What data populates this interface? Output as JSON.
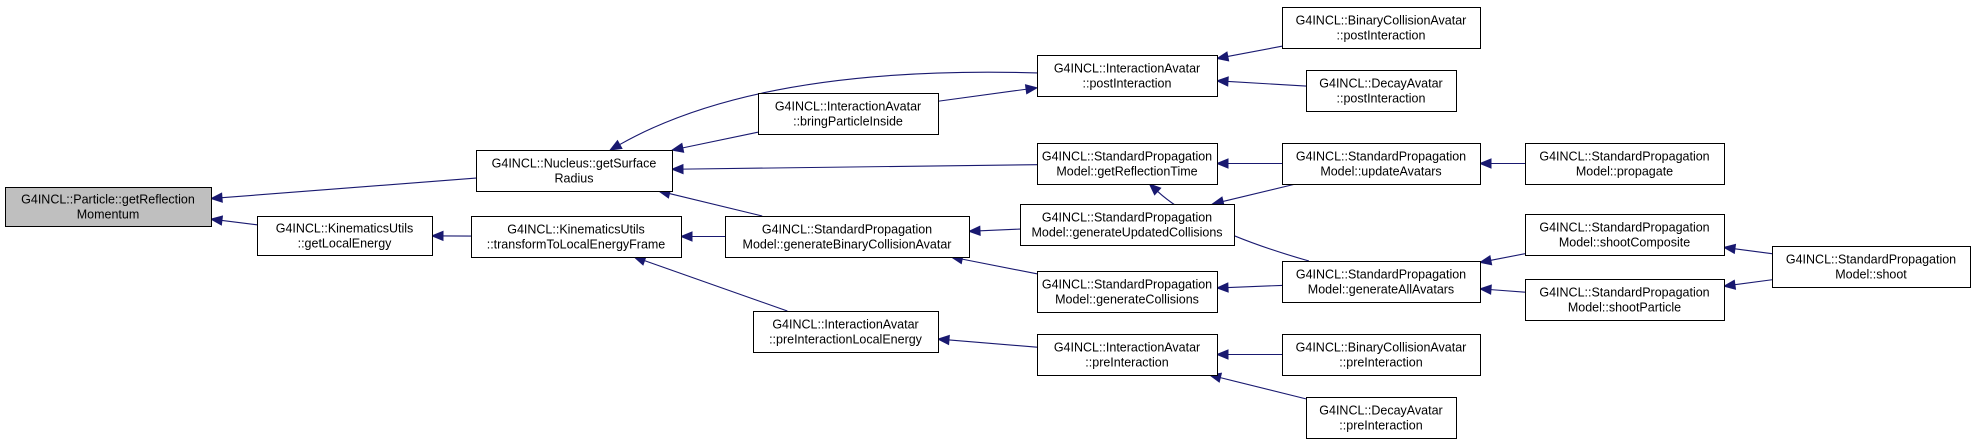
{
  "nodes": [
    {
      "id": "root",
      "lines": [
        "G4INCL::Particle::getReflection",
        "Momentum"
      ],
      "root": true
    },
    {
      "id": "nucleus",
      "lines": [
        "G4INCL::Nucleus::getSurface",
        "Radius"
      ]
    },
    {
      "id": "kin_local",
      "lines": [
        "G4INCL::KinematicsUtils",
        "::getLocalEnergy"
      ]
    },
    {
      "id": "kin_frame",
      "lines": [
        "G4INCL::KinematicsUtils",
        "::transformToLocalEnergyFrame"
      ]
    },
    {
      "id": "ia_bring",
      "lines": [
        "G4INCL::InteractionAvatar",
        "::bringParticleInside"
      ]
    },
    {
      "id": "ia_post",
      "lines": [
        "G4INCL::InteractionAvatar",
        "::postInteraction"
      ]
    },
    {
      "id": "bca_post",
      "lines": [
        "G4INCL::BinaryCollisionAvatar",
        "::postInteraction"
      ]
    },
    {
      "id": "da_post",
      "lines": [
        "G4INCL::DecayAvatar",
        "::postInteraction"
      ]
    },
    {
      "id": "spm_refl",
      "lines": [
        "G4INCL::StandardPropagation",
        "Model::getReflectionTime"
      ]
    },
    {
      "id": "spm_genbin",
      "lines": [
        "G4INCL::StandardPropagation",
        "Model::generateBinaryCollisionAvatar"
      ]
    },
    {
      "id": "spm_genupd",
      "lines": [
        "G4INCL::StandardPropagation",
        "Model::generateUpdatedCollisions"
      ]
    },
    {
      "id": "spm_gencol",
      "lines": [
        "G4INCL::StandardPropagation",
        "Model::generateCollisions"
      ]
    },
    {
      "id": "spm_update",
      "lines": [
        "G4INCL::StandardPropagation",
        "Model::updateAvatars"
      ]
    },
    {
      "id": "spm_genall",
      "lines": [
        "G4INCL::StandardPropagation",
        "Model::generateAllAvatars"
      ]
    },
    {
      "id": "spm_propagate",
      "lines": [
        "G4INCL::StandardPropagation",
        "Model::propagate"
      ]
    },
    {
      "id": "spm_shootcomp",
      "lines": [
        "G4INCL::StandardPropagation",
        "Model::shootComposite"
      ]
    },
    {
      "id": "spm_shootpart",
      "lines": [
        "G4INCL::StandardPropagation",
        "Model::shootParticle"
      ]
    },
    {
      "id": "spm_shoot",
      "lines": [
        "G4INCL::StandardPropagation",
        "Model::shoot"
      ]
    },
    {
      "id": "ia_preloc",
      "lines": [
        "G4INCL::InteractionAvatar",
        "::preInteractionLocalEnergy"
      ]
    },
    {
      "id": "ia_pre",
      "lines": [
        "G4INCL::InteractionAvatar",
        "::preInteraction"
      ]
    },
    {
      "id": "bca_pre",
      "lines": [
        "G4INCL::BinaryCollisionAvatar",
        "::preInteraction"
      ]
    },
    {
      "id": "da_pre",
      "lines": [
        "G4INCL::DecayAvatar",
        "::preInteraction"
      ]
    }
  ],
  "edges": [
    {
      "from": "nucleus",
      "to": "root"
    },
    {
      "from": "kin_local",
      "to": "root"
    },
    {
      "from": "kin_frame",
      "to": "kin_local"
    },
    {
      "from": "ia_post",
      "to": "nucleus"
    },
    {
      "from": "ia_bring",
      "to": "nucleus"
    },
    {
      "from": "spm_refl",
      "to": "nucleus"
    },
    {
      "from": "spm_genbin",
      "to": "nucleus"
    },
    {
      "from": "ia_bring",
      "to": "ia_post"
    },
    {
      "from": "bca_post",
      "to": "ia_post"
    },
    {
      "from": "da_post",
      "to": "ia_post"
    },
    {
      "from": "spm_update",
      "to": "spm_refl"
    },
    {
      "from": "spm_genall",
      "to": "spm_refl"
    },
    {
      "from": "spm_propagate",
      "to": "spm_update"
    },
    {
      "from": "spm_update",
      "to": "spm_genupd"
    },
    {
      "from": "spm_genupd",
      "to": "spm_genbin"
    },
    {
      "from": "spm_gencol",
      "to": "spm_genbin"
    },
    {
      "from": "spm_genbin",
      "to": "kin_frame"
    },
    {
      "from": "ia_preloc",
      "to": "kin_frame"
    },
    {
      "from": "spm_genall",
      "to": "spm_gencol"
    },
    {
      "from": "spm_shootcomp",
      "to": "spm_genall"
    },
    {
      "from": "spm_shootpart",
      "to": "spm_genall"
    },
    {
      "from": "spm_shoot",
      "to": "spm_shootcomp"
    },
    {
      "from": "spm_shoot",
      "to": "spm_shootpart"
    },
    {
      "from": "ia_pre",
      "to": "ia_preloc"
    },
    {
      "from": "bca_pre",
      "to": "ia_pre"
    },
    {
      "from": "da_pre",
      "to": "ia_pre"
    }
  ],
  "colors": {
    "edge": "#191970",
    "root_fill": "#bfbfbf",
    "node_fill": "#ffffff",
    "node_stroke": "#000000"
  }
}
